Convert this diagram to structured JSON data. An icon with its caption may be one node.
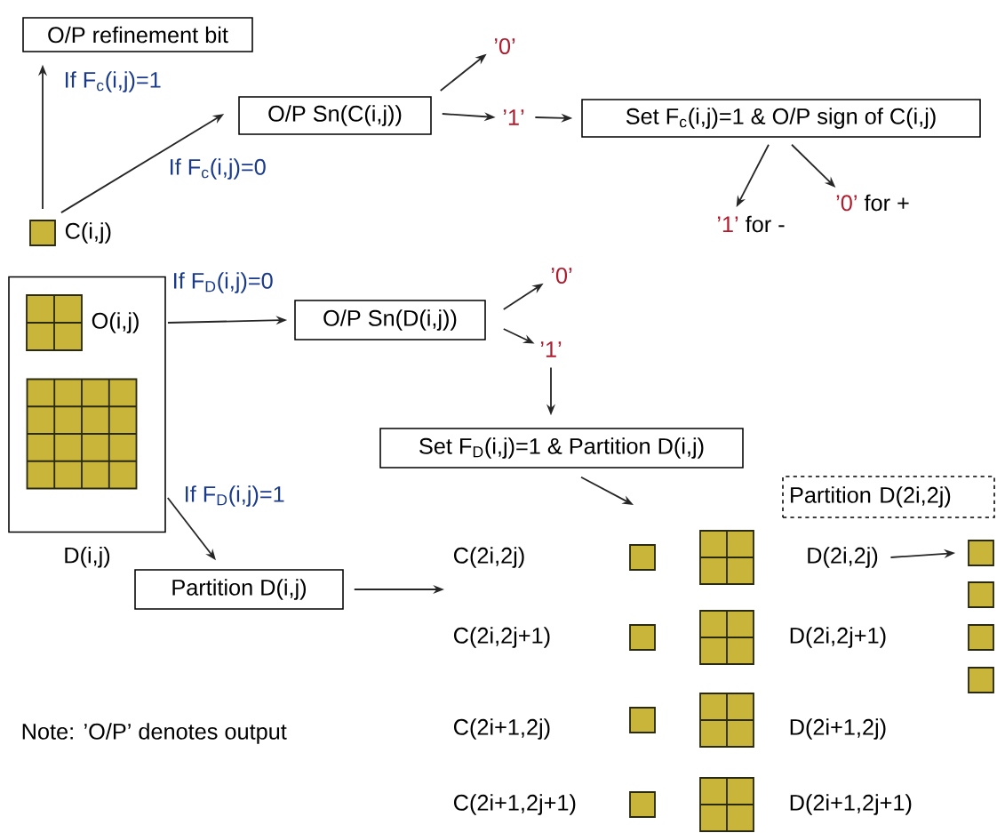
{
  "diagram": {
    "nodes": [
      {
        "text": [
          "O/P refinement bit"
        ]
      },
      {
        "text": [
          "O/P Sn(C(i,j))"
        ]
      },
      {
        "text": [
          "’0’"
        ]
      },
      {
        "text": [
          "’1’"
        ]
      },
      {
        "text": [
          "Set F$_{c}$(i,j)=1 & O/P sign of C(i,j)"
        ]
      },
      {
        "text": [
          "’1’",
          "for -"
        ]
      },
      {
        "text": [
          "’0’",
          "for +"
        ]
      },
      {
        "text": [],
        "shape": "box",
        "beside": [
          "C(i,j)"
        ]
      },
      {
        "text": [],
        "shape": "box",
        "beside": [
          "D(i,j)"
        ]
      },
      {
        "text": [],
        "shape": "box",
        "in": 8,
        "beside": [
          "O(i,j)"
        ]
      },
      {
        "text": [],
        "shape": "box",
        "in": 8
      },
      {
        "text": [
          "O/P Sn(D(i,j))"
        ]
      },
      {
        "text": [
          "’0’"
        ]
      },
      {
        "text": [
          "’1’"
        ]
      },
      {
        "text": [
          "Set F$_{D}$(i,j)=1 & Partition D(i,j)"
        ]
      },
      {
        "text": [
          "Partition D(i,j)"
        ]
      },
      {
        "text": [
          "Partition D(2i,2j)"
        ]
      },
      {
        "text": [
          "D(2i,2j)"
        ]
      },
      {
        "text": [],
        "shape": "box"
      },
      {
        "text": [],
        "shape": "box"
      },
      {
        "text": [],
        "shape": "box"
      },
      {
        "text": [],
        "shape": "box"
      },
      {
        "text": [],
        "shape": "box"
      },
      {
        "text": [],
        "shape": "box"
      },
      {
        "text": [],
        "shape": "box"
      },
      {
        "text": [],
        "shape": "box"
      },
      {
        "text": [],
        "shape": "box"
      },
      {
        "text": [],
        "shape": "box"
      },
      {
        "text": [],
        "shape": "box"
      },
      {
        "text": [],
        "shape": "box"
      }
    ],
    "edges": [
      {
        "from": 7,
        "to": 0,
        "arrow": "to",
        "label": "If F$_{c}$(i,j)=1"
      },
      {
        "from": 7,
        "to": 1,
        "arrow": "to",
        "label": "If F$_{c}$(i,j)=0"
      },
      {
        "from": 1,
        "to": 2,
        "arrow": "to"
      },
      {
        "from": 1,
        "to": 3,
        "arrow": "to"
      },
      {
        "from": 3,
        "to": 4,
        "arrow": "to"
      },
      {
        "from": 4,
        "to": 5,
        "arrow": "to"
      },
      {
        "from": 4,
        "to": 6,
        "arrow": "to"
      },
      {
        "from": 9,
        "to": 11,
        "arrow": "to",
        "label": "If F$_{D}$(i,j)=0"
      },
      {
        "from": 11,
        "to": 12,
        "arrow": "to"
      },
      {
        "from": 11,
        "to": 13,
        "arrow": "to"
      },
      {
        "from": 13,
        "to": 14,
        "arrow": "to"
      },
      {
        "from": 8,
        "to": 15,
        "arrow": "to",
        "label": "If F$_{D}$(i,j)=1"
      },
      {
        "from": 14,
        "to": null,
        "arrow": "to"
      },
      {
        "from": 15,
        "to": null,
        "arrow": "to"
      },
      {
        "from": 17,
        "to": 18,
        "arrow": "to"
      }
    ],
    "labels": [
      "Note: ’O/P’ denotes output",
      "C(2i,2j)",
      "C(2i,2j+1)",
      "D(2i,2j+1)",
      "C(2i+1,2j)",
      "D(2i+1,2j)",
      "C(2i+1,2j+1)",
      "D(2i+1,2j+1)"
    ]
  }
}
